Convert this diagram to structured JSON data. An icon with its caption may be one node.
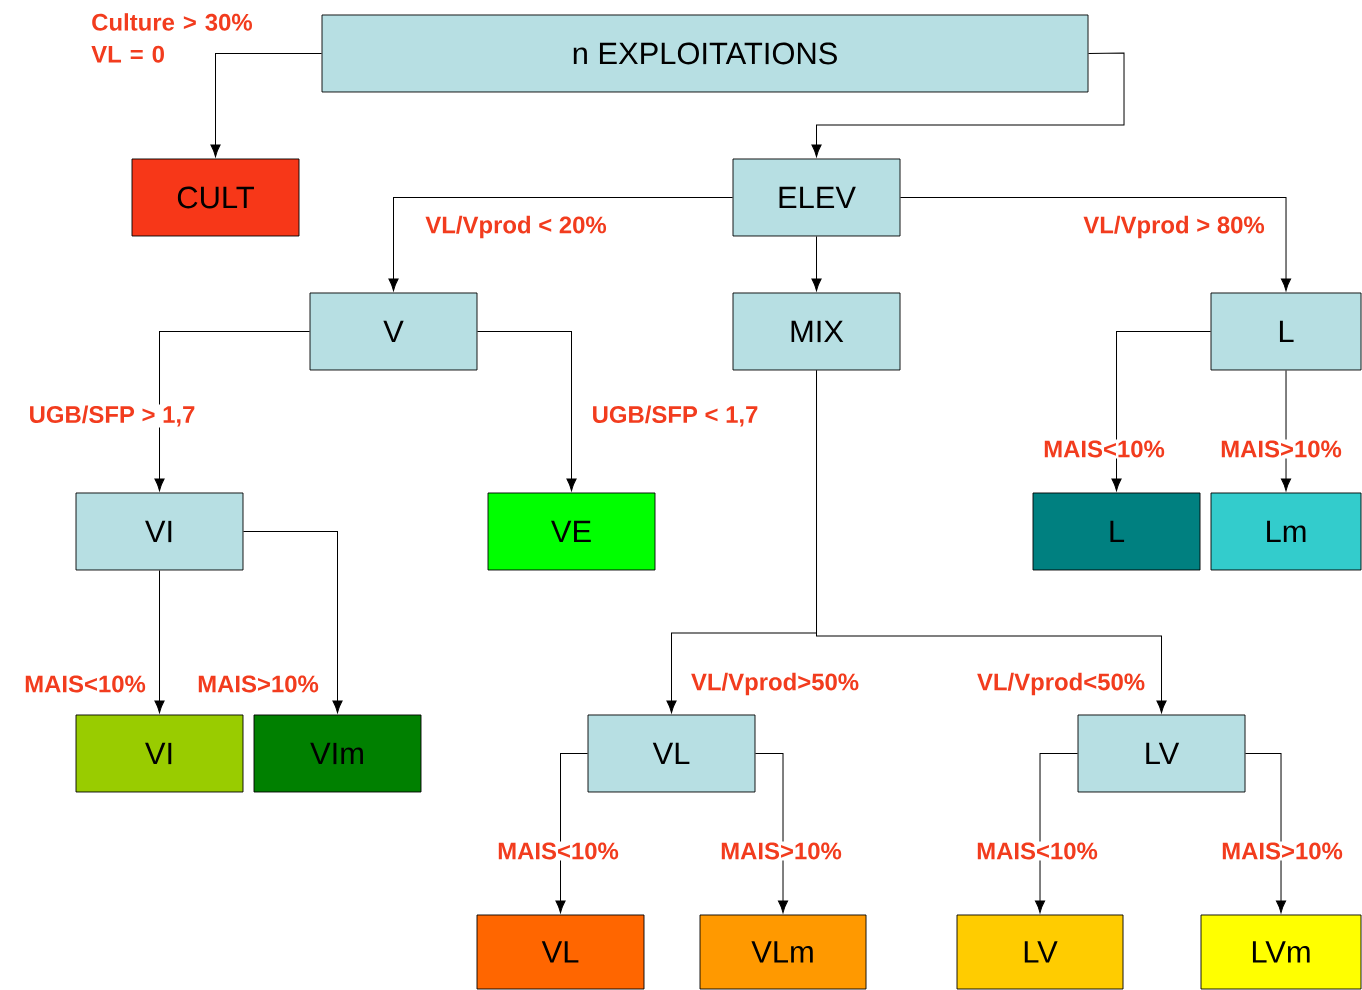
{
  "diagram": {
    "nodes": [
      {
        "text": [
          "n EXPLOITATIONS"
        ]
      },
      {
        "text": [
          "CULT"
        ]
      },
      {
        "text": [
          "ELEV"
        ]
      },
      {
        "text": [
          "V"
        ]
      },
      {
        "text": [
          "MIX"
        ]
      },
      {
        "text": [
          "L"
        ]
      },
      {
        "text": [
          "VI"
        ]
      },
      {
        "text": [
          "VE"
        ]
      },
      {
        "text": [
          "L"
        ]
      },
      {
        "text": [
          "Lm"
        ]
      },
      {
        "text": [
          "VI"
        ]
      },
      {
        "text": [
          "VIm"
        ]
      },
      {
        "text": [
          "VL"
        ]
      },
      {
        "text": [
          "LV"
        ]
      },
      {
        "text": [
          "VL"
        ]
      },
      {
        "text": [
          "VLm"
        ]
      },
      {
        "text": [
          "LV"
        ]
      },
      {
        "text": [
          "LVm"
        ]
      }
    ],
    "edges": [
      {
        "from": 0,
        "to": 1,
        "arrow": "to",
        "label": "Culture > 30% VL = 0"
      },
      {
        "from": 0,
        "to": 2,
        "arrow": "to"
      },
      {
        "from": 2,
        "to": 3,
        "arrow": "to",
        "label": "VL/Vprod < 20%"
      },
      {
        "from": 2,
        "to": 4,
        "arrow": "to"
      },
      {
        "from": 2,
        "to": 5,
        "arrow": "to",
        "label": "VL/Vprod > 80%"
      },
      {
        "from": 3,
        "to": 6,
        "arrow": "to",
        "label": "UGB/SFP > 1,7"
      },
      {
        "from": 3,
        "to": 7,
        "arrow": "to",
        "label": "UGB/SFP < 1,7"
      },
      {
        "from": 5,
        "to": 8,
        "arrow": "to",
        "label": "MAIS<10%"
      },
      {
        "from": 5,
        "to": 9,
        "arrow": "to",
        "label": "MAIS>10%"
      },
      {
        "from": 6,
        "to": 10,
        "arrow": "to",
        "label": "MAIS<10%"
      },
      {
        "from": 6,
        "to": 11,
        "arrow": "to",
        "label": "MAIS>10%"
      },
      {
        "from": 4,
        "to": 12,
        "arrow": "to",
        "label": "VL/Vprod>50%"
      },
      {
        "from": 4,
        "to": 13,
        "arrow": "to",
        "label": "VL/Vprod<50%"
      },
      {
        "from": 12,
        "to": 14,
        "arrow": "to",
        "label": "MAIS<10%"
      },
      {
        "from": 12,
        "to": 15,
        "arrow": "to",
        "label": "MAIS>10%"
      },
      {
        "from": 13,
        "to": 16,
        "arrow": "to",
        "label": "MAIS<10%"
      },
      {
        "from": 13,
        "to": 17,
        "arrow": "to",
        "label": "MAIS>10%"
      }
    ]
  }
}
